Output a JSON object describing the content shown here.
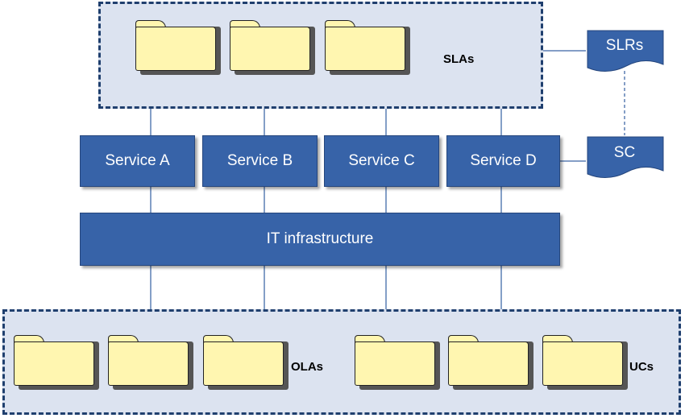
{
  "colors": {
    "box_fill": "#3763a8",
    "group_fill": "#dce3f0",
    "group_border": "#1f3f6e",
    "folder_fill": "#fff6b0",
    "connector": "#5b7fb4"
  },
  "slas": {
    "label": "SLAs",
    "folders": 3
  },
  "services": [
    {
      "label": "Service A"
    },
    {
      "label": "Service B"
    },
    {
      "label": "Service C"
    },
    {
      "label": "Service D"
    }
  ],
  "infrastructure": {
    "label": "IT infrastructure"
  },
  "documents": {
    "slrs": {
      "label": "SLRs"
    },
    "sc": {
      "label": "SC"
    }
  },
  "olas": {
    "label": "OLAs",
    "folders": 3
  },
  "ucs": {
    "label": "UCs",
    "folders": 3
  }
}
